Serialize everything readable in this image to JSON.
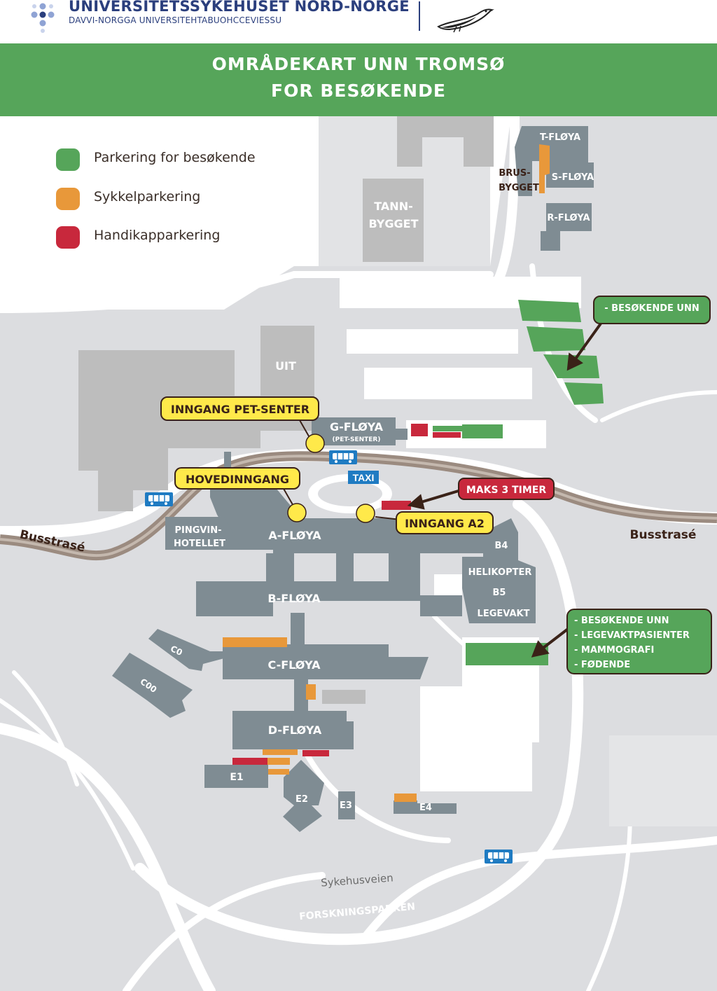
{
  "header": {
    "org_name": "UNIVERSITETSSYKEHUSET NORD-NORGE",
    "org_subtitle": "DAVVI-NORGGA UNIVERSITEHTABUOHCCEVIESSU"
  },
  "banner": {
    "title_line1": "OMRÅDEKART UNN TROMSØ",
    "title_line2": "FOR BESØKENDE"
  },
  "legend": [
    {
      "label": "Parkering for besøkende",
      "color": "#56a55a"
    },
    {
      "label": "Sykkelparkering",
      "color": "#e8983a"
    },
    {
      "label": "Handikapparkering",
      "color": "#c8283c"
    }
  ],
  "colors": {
    "building": "#7f8c93",
    "other_building": "#bdbdbd",
    "ground": "#dcdde0",
    "road": "#ffffff",
    "bus_route": "#9b8b80",
    "label_yellow": "#ffe94a",
    "label_red": "#c8283c",
    "label_green": "#56a55a"
  },
  "buildings": {
    "t": "T-FLØYA",
    "s": "S-FLØYA",
    "r": "R-FLØYA",
    "brus1": "BRUS-",
    "brus2": "BYGGET",
    "tann1": "TANN-",
    "tann2": "BYGGET",
    "uit": "UIT",
    "g": "G-FLØYA",
    "g_sub": "(PET-SENTER)",
    "pingvin1": "PINGVIN-",
    "pingvin2": "HOTELLET",
    "a": "A-FLØYA",
    "b": "B-FLØYA",
    "c": "C-FLØYA",
    "d": "D-FLØYA",
    "b4": "B4",
    "helikopter": "HELIKOPTER",
    "b5": "B5",
    "legevakt": "LEGEVAKT",
    "c0": "C0",
    "c00": "C00",
    "e1": "E1",
    "e2": "E2",
    "e3": "E3",
    "e4": "E4"
  },
  "callouts": {
    "pet": "INNGANG PET-SENTER",
    "hoved": "HOVEDINNGANG",
    "a2": "INNGANG A2",
    "maks": "MAKS 3 TIMER",
    "besok1": "- BESØKENDE UNN",
    "besok2_lines": [
      "- BESØKENDE UNN",
      "- LEGEVAKTPASIENTER",
      "- MAMMOGRAFI",
      "- FØDENDE"
    ]
  },
  "places": {
    "busstrase": "Busstrasé",
    "taxi": "TAXI",
    "sykehusveien": "Sykehusveien",
    "forskningsparken": "FORSKNINGSPARKEN"
  },
  "icons": [
    "bus-stop-icon",
    "taxi-sign",
    "logo-dots-icon",
    "penguin-logo-icon"
  ]
}
